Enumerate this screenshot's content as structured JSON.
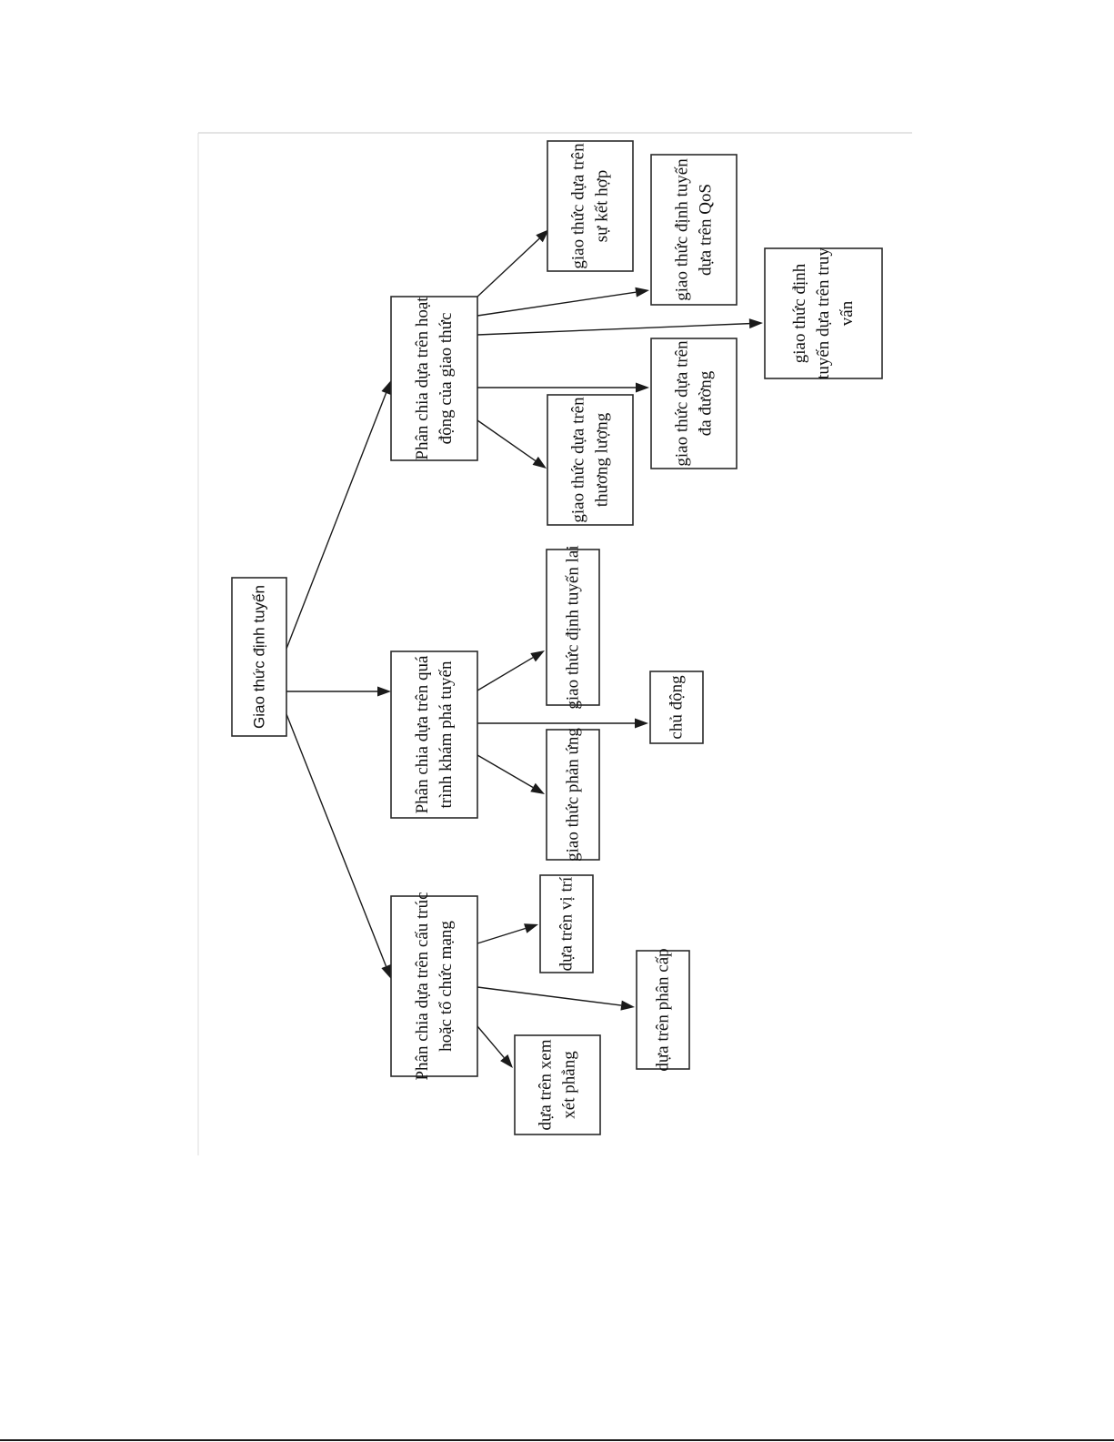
{
  "diagram": {
    "root": {
      "lines": [
        "Giao thức định tuyến"
      ]
    },
    "categories": [
      {
        "id": "cat-network-structure",
        "lines": [
          "Phân chia dựa trên cấu trúc",
          "hoặc tổ chức mạng"
        ],
        "children": [
          {
            "id": "leaf-location",
            "lines": [
              "dựa trên vị trí"
            ]
          },
          {
            "id": "leaf-hierarchical",
            "lines": [
              "dựa trên phân cấp"
            ]
          },
          {
            "id": "leaf-flat",
            "lines": [
              "dựa trên xem",
              "xét phẳng"
            ]
          }
        ]
      },
      {
        "id": "cat-route-discovery",
        "lines": [
          "Phân chia dựa trên quá",
          "trình khám phá tuyến"
        ],
        "children": [
          {
            "id": "leaf-reactive",
            "lines": [
              "giao thức phản ứng"
            ]
          },
          {
            "id": "leaf-proactive",
            "lines": [
              "chủ động"
            ]
          },
          {
            "id": "leaf-hybrid",
            "lines": [
              "giao thức định tuyến lai"
            ]
          }
        ]
      },
      {
        "id": "cat-protocol-operation",
        "lines": [
          "Phân chia dựa trên hoạt",
          "động của giao thức"
        ],
        "children": [
          {
            "id": "leaf-negotiation",
            "lines": [
              "giao thức dựa trên",
              "thương lượng"
            ]
          },
          {
            "id": "leaf-multipath",
            "lines": [
              "giao thức dựa trên",
              "đa đường"
            ]
          },
          {
            "id": "leaf-query",
            "lines": [
              "giao thức định",
              "tuyến dựa trên truy",
              "vấn"
            ]
          },
          {
            "id": "leaf-qos",
            "lines": [
              "giao thức định tuyến",
              "dựa trên QoS"
            ]
          },
          {
            "id": "leaf-coherent",
            "lines": [
              "giao thức dựa trên",
              "sự kết hợp"
            ]
          }
        ]
      }
    ]
  }
}
